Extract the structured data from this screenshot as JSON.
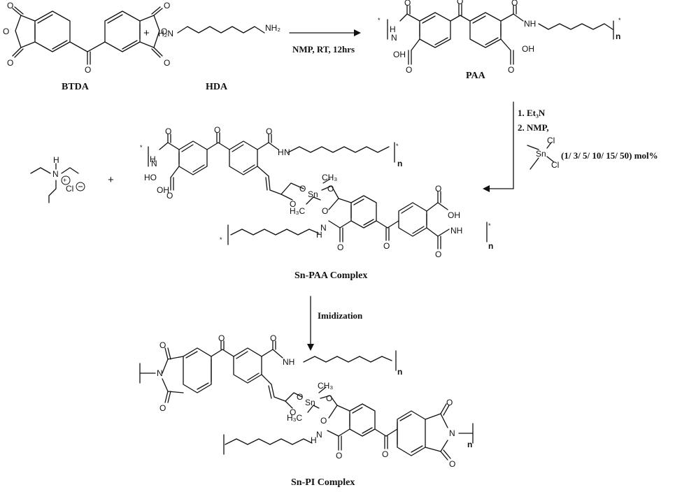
{
  "labels": {
    "btda": "BTDA",
    "hda": "HDA",
    "paa": "PAA",
    "sn_paa": "Sn-PAA Complex",
    "sn_pi": "Sn-PI Complex"
  },
  "conditions": {
    "step1": "NMP, RT, 12hrs",
    "step2_line1": "1. Et₃N",
    "step2_line2": "2. NMP,",
    "step2_mol": "(1/ 3/ 5/ 10/ 15/ 50) mol%",
    "step3": "Imidization"
  },
  "atoms": {
    "O": "O",
    "N": "N",
    "H": "H",
    "NH": "NH",
    "HN": "HN",
    "OH": "OH",
    "HO": "HO",
    "H2N": "H₂N",
    "NH2": "NH₂",
    "Sn": "Sn",
    "Cl": "Cl",
    "CH3": "CH₃",
    "H3C": "H₃C",
    "ClMinus": "Cl",
    "plus": "+",
    "star": "*",
    "n": "n"
  }
}
